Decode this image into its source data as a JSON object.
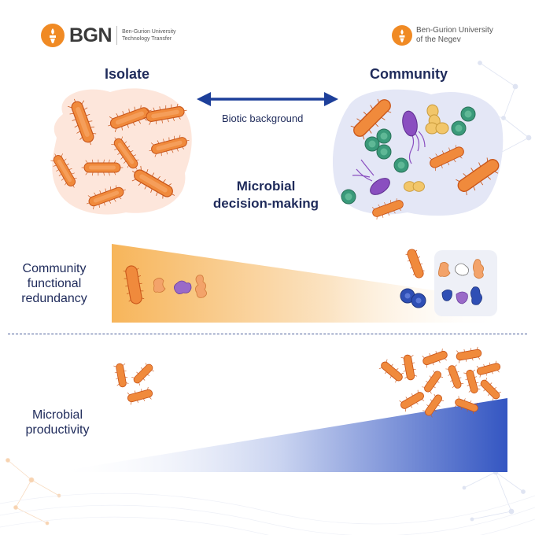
{
  "header": {
    "left_logo": {
      "brand": "BGN",
      "line1": "Ben-Gurion University",
      "line2": "Technology Transfer",
      "icon": "torch-icon"
    },
    "right_logo": {
      "line1": "Ben-Gurion University",
      "line2": "of the Negev",
      "icon": "torch-icon"
    }
  },
  "top": {
    "isolate_label": "Isolate",
    "community_label": "Community",
    "arrow_label": "Biotic background",
    "center_title_line1": "Microbial",
    "center_title_line2": "decision-making"
  },
  "middle": {
    "label_line1": "Community",
    "label_line2": "functional",
    "label_line3": "redundancy"
  },
  "bottom": {
    "label_line1": "Microbial",
    "label_line2": "productivity"
  },
  "colors": {
    "navy": "#1f2b5b",
    "arrow_blue": "#1d3f9a",
    "bacteria_orange": "#f08a3c",
    "bacteria_outline": "#c9561a",
    "green_cell": "#3a9a7a",
    "yellow_cell": "#f2c66a",
    "purple_cell": "#8a4fc0",
    "blue_cell": "#2f4fb5",
    "wedge_orange": "#f7b55a",
    "wedge_blue": "#3456c2",
    "isolate_bg": "#fde6db",
    "community_bg": "#e4e7f6"
  }
}
